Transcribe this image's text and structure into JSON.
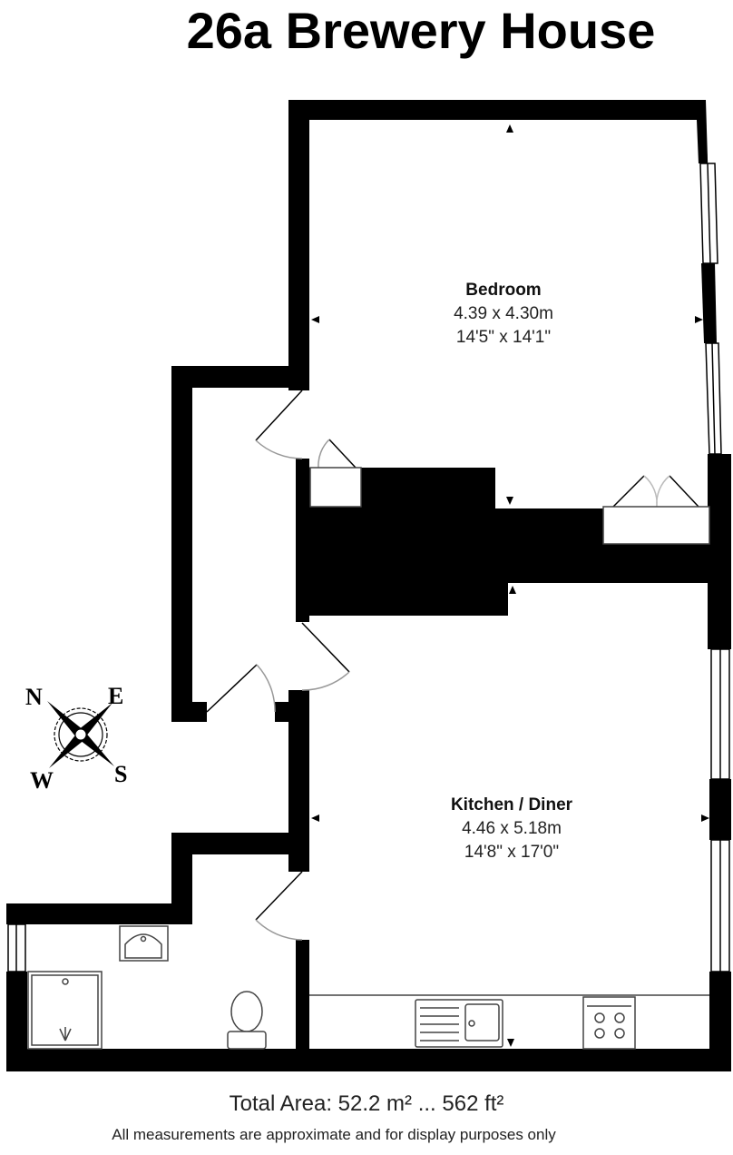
{
  "title": "26a Brewery House",
  "rooms": [
    {
      "name": "Bedroom",
      "metric": "4.39 x 4.30m",
      "imperial": "14'5\" x 14'1\""
    },
    {
      "name": "Kitchen / Diner",
      "metric": "4.46 x 5.18m",
      "imperial": "14'8\" x 17'0\""
    }
  ],
  "compass": {
    "n": "N",
    "e": "E",
    "s": "S",
    "w": "W"
  },
  "footer": {
    "total_area": "Total Area: 52.2 m² ... 562 ft²",
    "disclaimer": "All measurements are approximate and for display purposes only"
  }
}
